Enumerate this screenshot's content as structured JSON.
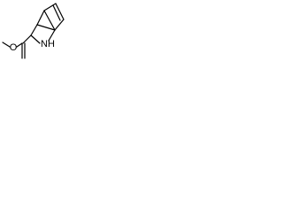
{
  "molecule": {
    "atoms": {
      "ester_oxygen": "O",
      "amine_nitrogen": "N",
      "amine_hydrogen": "H"
    },
    "colors": {
      "bond": "#000000",
      "background": "#ffffff"
    }
  }
}
